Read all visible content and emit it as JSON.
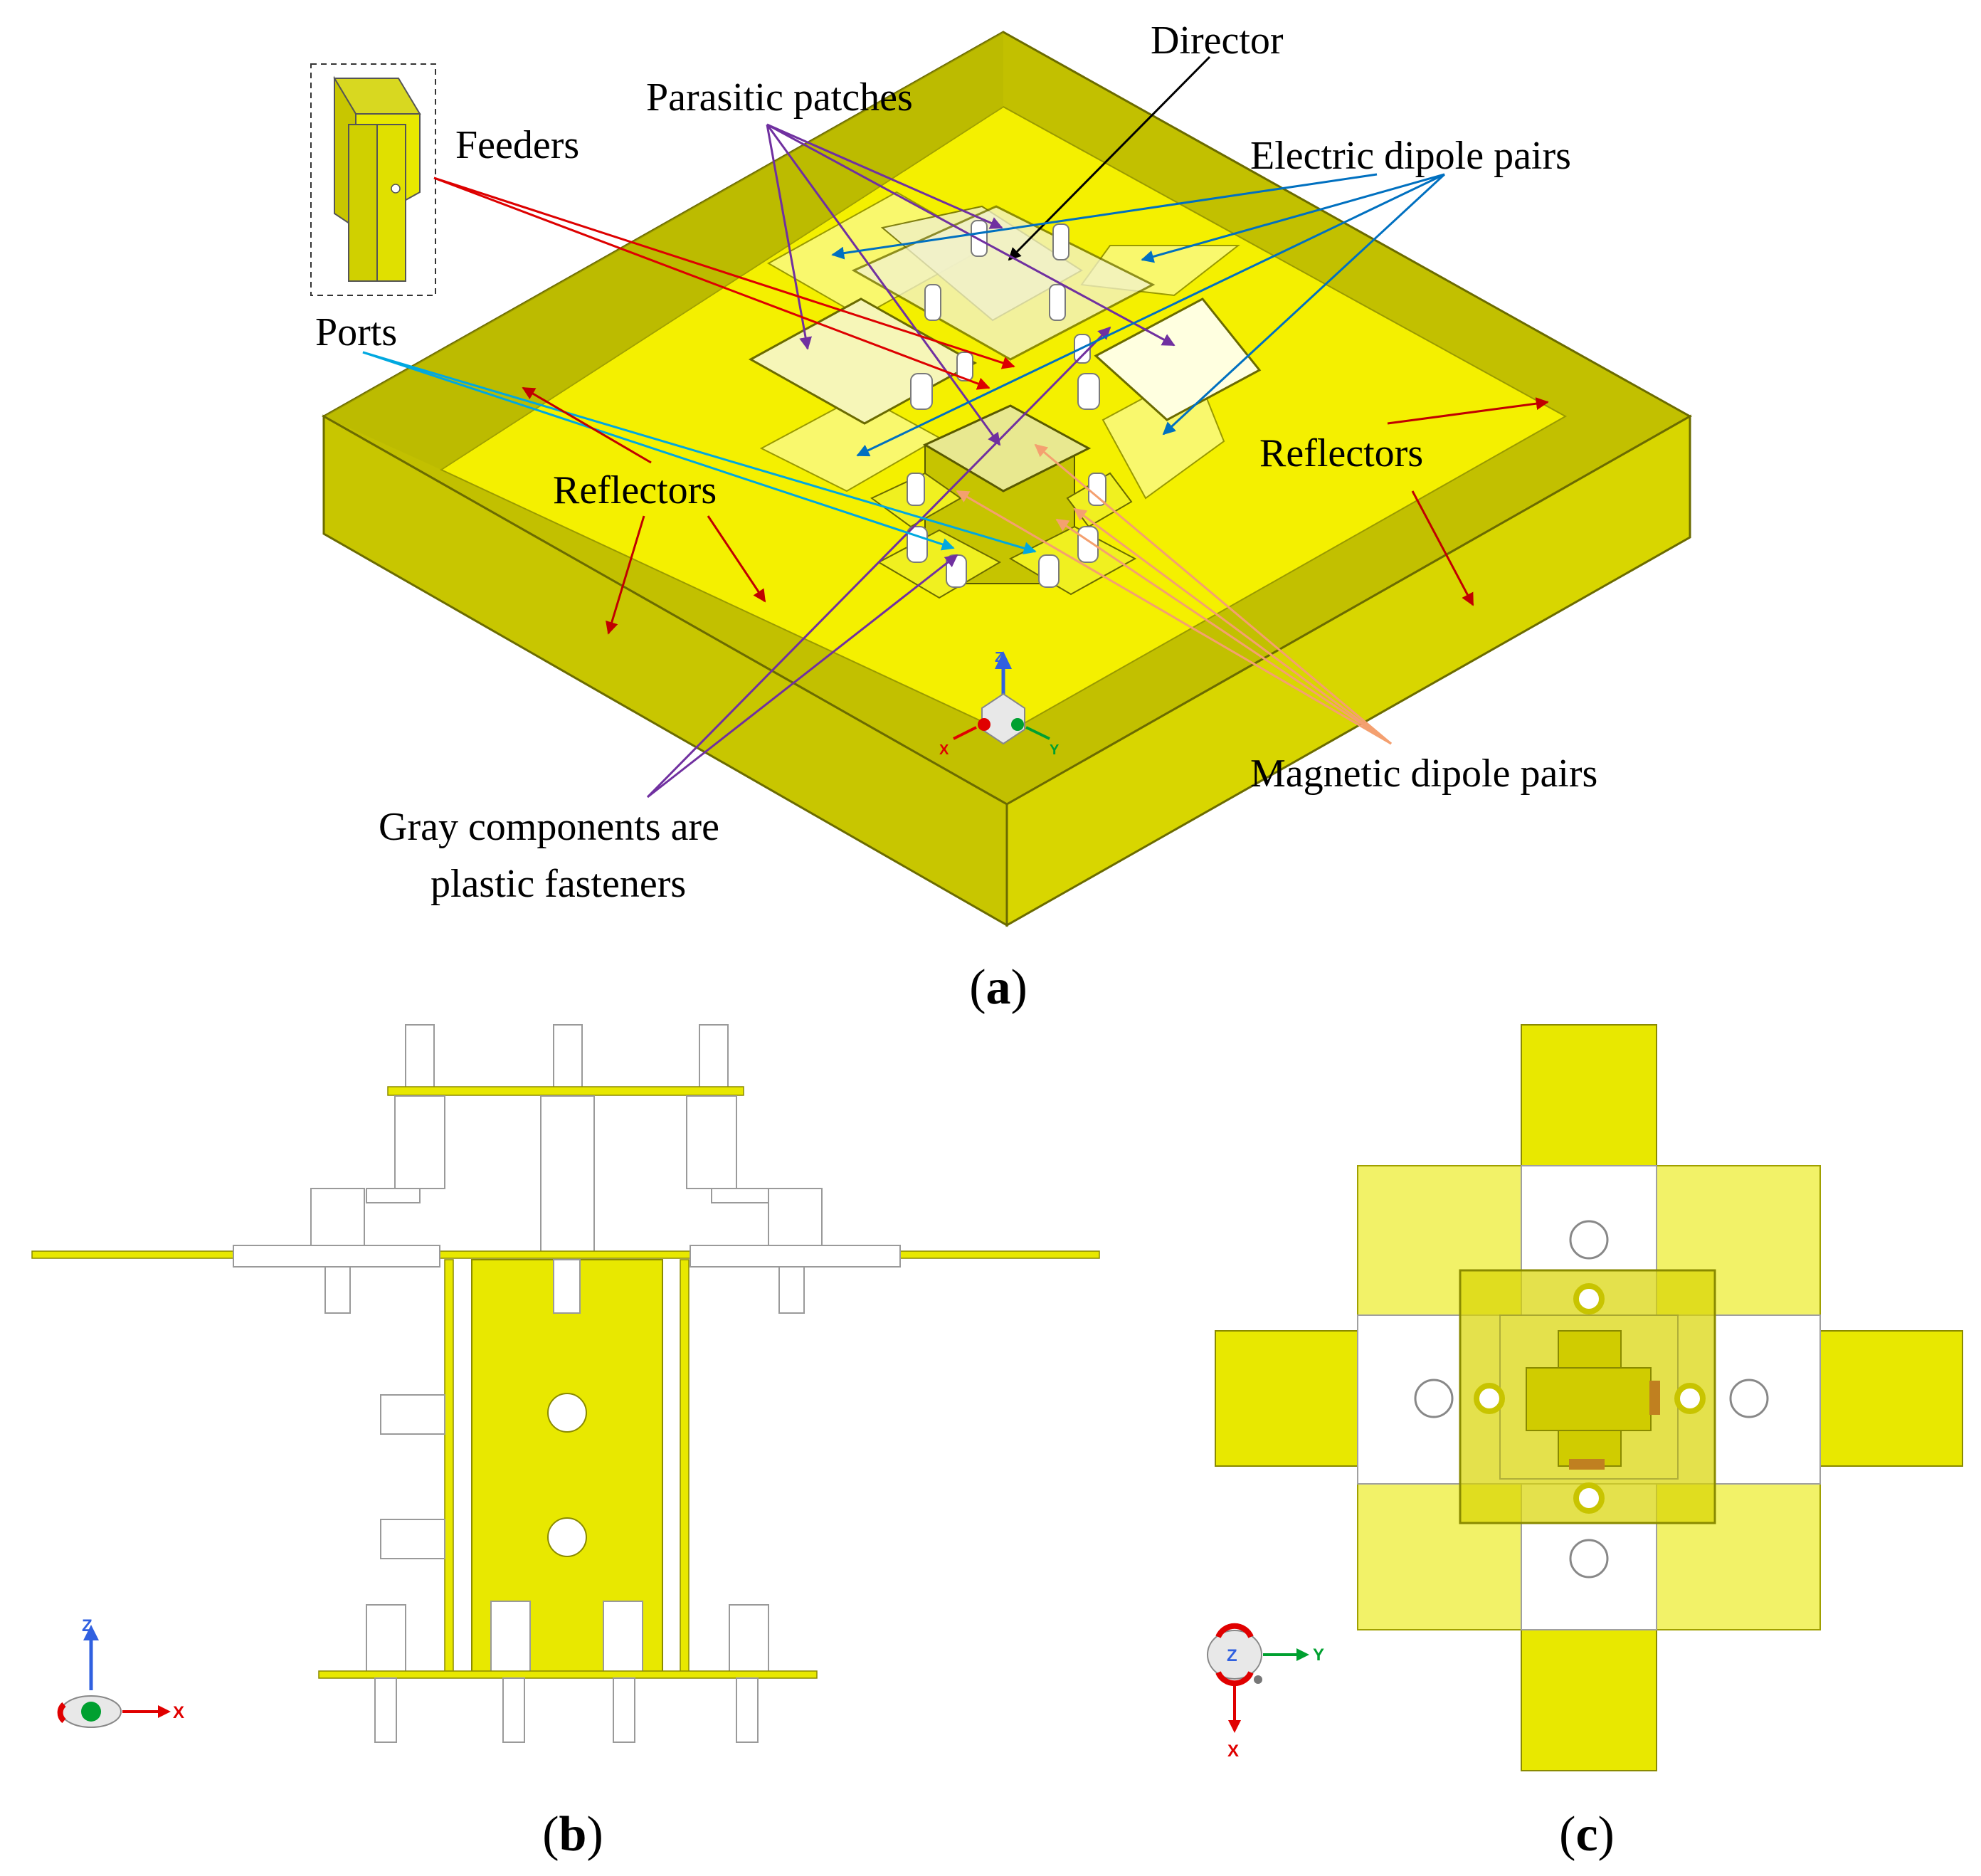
{
  "colors": {
    "yellow": "#e8e800",
    "yellow_light": "#f3f35e",
    "yellow_dark": "#c2c000",
    "red_arrow": "#dd0000",
    "darkred_arrow": "#c00000",
    "blue_arrow": "#0070c0",
    "cyan_arrow": "#00a8e0",
    "purple_arrow": "#7030a0",
    "orange_arrow": "#f4a070",
    "black_arrow": "#000000"
  },
  "labels": {
    "director": "Director",
    "parasitic_patches": "Parasitic patches",
    "feeders": "Feeders",
    "electric_dipole_pairs": "Electric dipole pairs",
    "ports": "Ports",
    "reflectors_left": "Reflectors",
    "reflectors_right": "Reflectors",
    "magnetic_dipole_pairs": "Magnetic dipole pairs",
    "gray_line1": "Gray components are",
    "gray_line2": "plastic fasteners"
  },
  "captions": {
    "a": "a",
    "b": "b",
    "c": "c"
  },
  "axes": {
    "a": {
      "z": "Z",
      "x": "X",
      "y": "Y"
    },
    "b": {
      "z": "Z",
      "x": "X"
    },
    "c": {
      "z": "Z",
      "x": "X",
      "y": "Y"
    }
  }
}
